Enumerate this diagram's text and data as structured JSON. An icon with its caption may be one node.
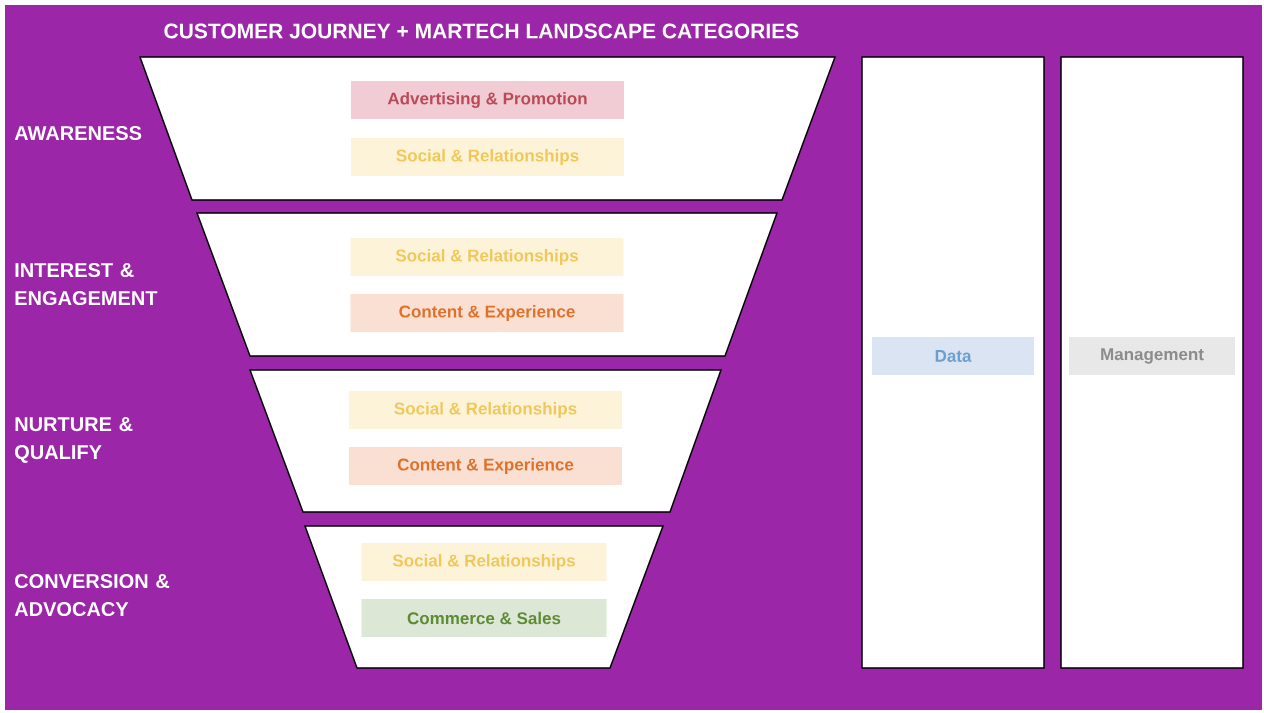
{
  "diagram": {
    "title": "CUSTOMER JOURNEY + MARTECH LANDSCAPE CATEGORIES",
    "nodes": [
      {
        "text": [],
        "shape": "trapezoid"
      },
      {
        "text": [
          "Advertising & Promotion"
        ],
        "in": 0
      },
      {
        "text": [
          "Social & Relationships"
        ],
        "in": 0
      },
      {
        "text": [],
        "shape": "trapezoid"
      },
      {
        "text": [
          "Social & Relationships"
        ],
        "in": 3
      },
      {
        "text": [
          "Content & Experience"
        ],
        "in": 3
      },
      {
        "text": [],
        "shape": "trapezoid"
      },
      {
        "text": [
          "Social & Relationships"
        ],
        "in": 6
      },
      {
        "text": [
          "Content & Experience"
        ],
        "in": 6
      },
      {
        "text": [],
        "shape": "trapezoid"
      },
      {
        "text": [
          "Social & Relationships"
        ],
        "in": 9
      },
      {
        "text": [
          "Commerce & Sales"
        ],
        "in": 9
      },
      {
        "text": [],
        "shape": "box"
      },
      {
        "text": [
          "Data"
        ],
        "in": 12
      },
      {
        "text": [],
        "shape": "box"
      },
      {
        "text": [
          "Management"
        ],
        "in": 14
      }
    ],
    "edges": [],
    "labels": [
      "AWARENESS",
      "INTEREST & ENGAGEMENT",
      "NURTURE & QUALIFY",
      "CONVERSION & ADVOCACY"
    ]
  }
}
